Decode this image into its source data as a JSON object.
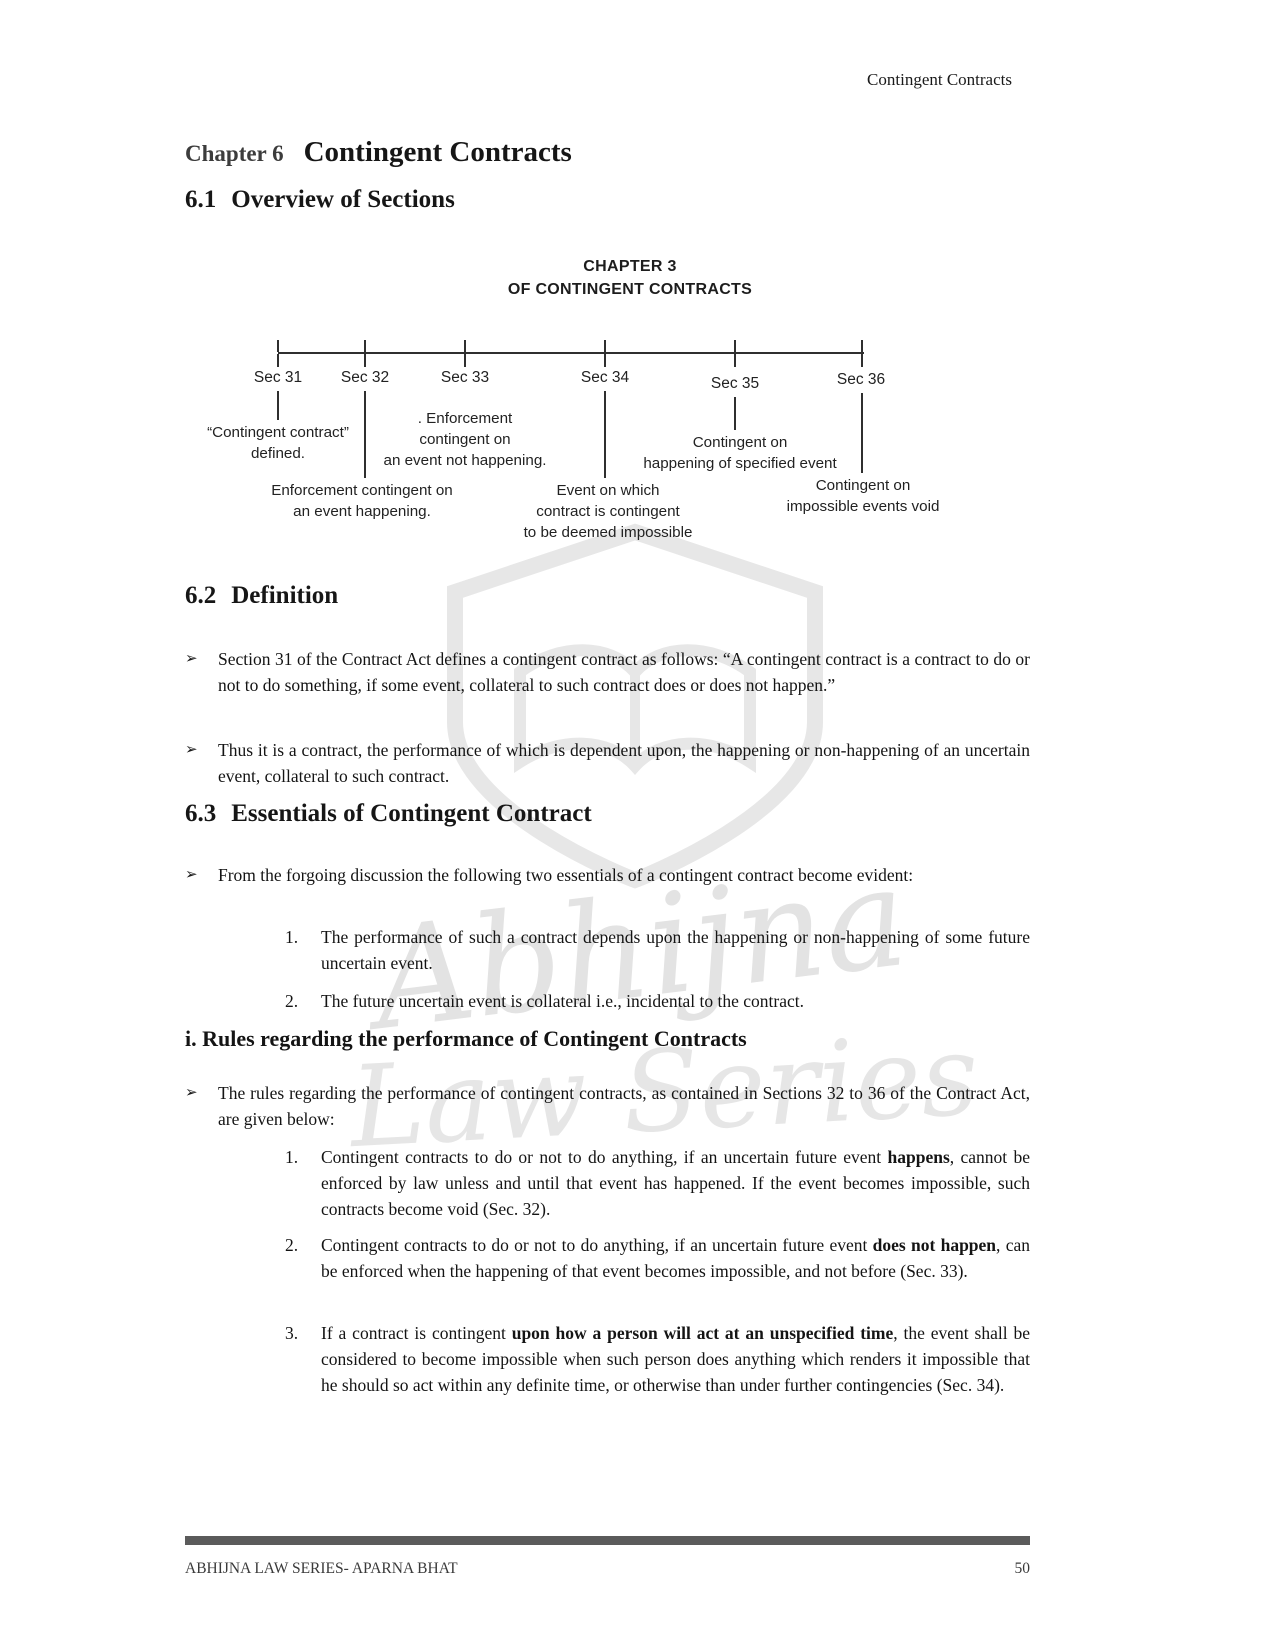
{
  "page": {
    "header_right": "Contingent Contracts",
    "footer_left": "ABHIJNA LAW SERIES- APARNA BHAT",
    "footer_page_number": "50"
  },
  "ui": {
    "bullet_icon": "➢"
  },
  "watermark": {
    "line1": "Abhijna",
    "line2": "Law Series"
  },
  "chapter": {
    "label": "Chapter 6",
    "title": "Contingent Contracts"
  },
  "sections": {
    "s61": {
      "number": "6.1",
      "title": "Overview of Sections"
    },
    "s62": {
      "number": "6.2",
      "title": "Definition"
    },
    "s63": {
      "number": "6.3",
      "title": "Essentials of Contingent Contract"
    }
  },
  "diagram": {
    "title_line1": "CHAPTER 3",
    "title_line2": "OF CONTINGENT CONTRACTS",
    "nodes": [
      {
        "label": "Sec 31",
        "description": "“Contingent contract”\ndefined."
      },
      {
        "label": "Sec 32",
        "description": "Enforcement contingent on\nan event happening."
      },
      {
        "label": "Sec 33",
        "description": ". Enforcement\ncontingent on\nan event not happening."
      },
      {
        "label": "Sec 34",
        "description": "Event on which\ncontract is contingent\nto be deemed impossible"
      },
      {
        "label": "Sec 35",
        "description": "Contingent on\nhappening of specified event"
      },
      {
        "label": "Sec 36",
        "description": "Contingent on\nimpossible events void"
      }
    ]
  },
  "definition": {
    "bullets": [
      "Section 31 of the Contract Act defines a contingent contract as follows: “A contingent contract is a contract to do or not to do something, if some event, collateral to such contract does or does not happen.”",
      "Thus it is a contract, the performance of which is dependent upon, the happening or non-happening of an uncertain event, collateral to such contract."
    ]
  },
  "essentials": {
    "intro": "From the forgoing discussion the following two essentials of a contingent contract become evident:",
    "items": [
      {
        "num": "1.",
        "text": "The performance of such a contract depends upon the happening or non-happening of some future uncertain event."
      },
      {
        "num": "2.",
        "text": "The future uncertain event is collateral i.e., incidental to the contract."
      }
    ]
  },
  "rules": {
    "heading": "i. Rules regarding the performance of Contingent Contracts",
    "intro": "The rules regarding the performance of contingent contracts, as contained in Sections 32 to 36 of the Contract Act, are given below:",
    "items": [
      {
        "num": "1.",
        "segments": [
          {
            "text": "Contingent contracts to do or not to do anything, if an uncertain future event ",
            "bold": false
          },
          {
            "text": "happens",
            "bold": true
          },
          {
            "text": ", cannot be enforced by law unless and until that event has happened. If the event becomes impossible, such contracts become void (Sec. 32).",
            "bold": false
          }
        ]
      },
      {
        "num": "2.",
        "segments": [
          {
            "text": "Contingent contracts to do or not to do anything, if an uncertain future event ",
            "bold": false
          },
          {
            "text": "does not happen",
            "bold": true
          },
          {
            "text": ", can be enforced when the happening of that event becomes impossible, and not before (Sec. 33).",
            "bold": false
          }
        ]
      },
      {
        "num": "3.",
        "segments": [
          {
            "text": "If a contract is contingent ",
            "bold": false
          },
          {
            "text": "upon how a person will act at an unspecified time",
            "bold": true
          },
          {
            "text": ", the event shall be considered to become impossible when such person does anything which renders it impossible that he should so act within any definite time, or otherwise than under further contingencies (Sec. 34).",
            "bold": false
          }
        ]
      }
    ]
  }
}
